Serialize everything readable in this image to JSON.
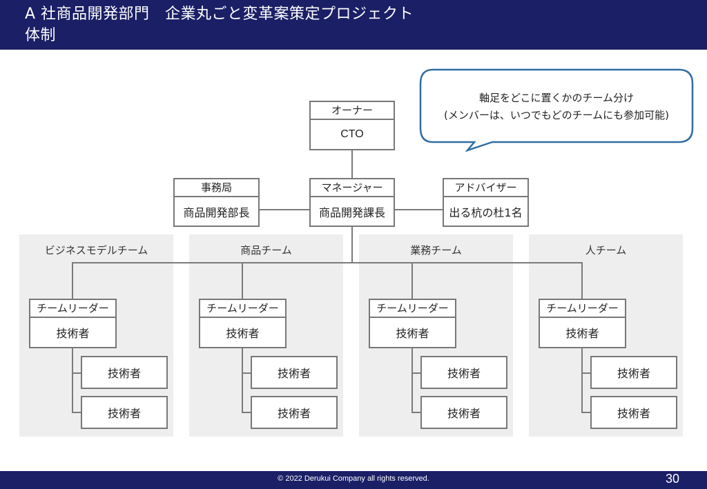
{
  "header": {
    "title_line1": "A 社商品開発部門　企業丸ごと変革案策定プロジェクト",
    "title_line2": "体制"
  },
  "callout": {
    "line1": "軸足をどこに置くかのチーム分け",
    "line2": "(メンバーは、いつでもどのチームにも参加可能)"
  },
  "org": {
    "owner": {
      "role": "オーナー",
      "name": "CTO"
    },
    "office": {
      "role": "事務局",
      "name": "商品開発部長"
    },
    "manager": {
      "role": "マネージャー",
      "name": "商品開発課長"
    },
    "advisor": {
      "role": "アドバイザー",
      "name": "出る杭の杜1名"
    }
  },
  "teams": [
    {
      "name": "ビジネスモデルチーム",
      "leader_role": "チームリーダー",
      "leader_name": "技術者",
      "member1": "技術者",
      "member2": "技術者"
    },
    {
      "name": "商品チーム",
      "leader_role": "チームリーダー",
      "leader_name": "技術者",
      "member1": "技術者",
      "member2": "技術者"
    },
    {
      "name": "業務チーム",
      "leader_role": "チームリーダー",
      "leader_name": "技術者",
      "member1": "技術者",
      "member2": "技術者"
    },
    {
      "name": "人チーム",
      "leader_role": "チームリーダー",
      "leader_name": "技術者",
      "member1": "技術者",
      "member2": "技術者"
    }
  ],
  "footer": {
    "copyright": "© 2022 Derukui Company all rights reserved.",
    "page_number": "30"
  },
  "colors": {
    "header_bg": "#1b1f66",
    "callout_border": "#2e6da4",
    "team_bg": "#eeeeee",
    "box_border": "#777777"
  }
}
